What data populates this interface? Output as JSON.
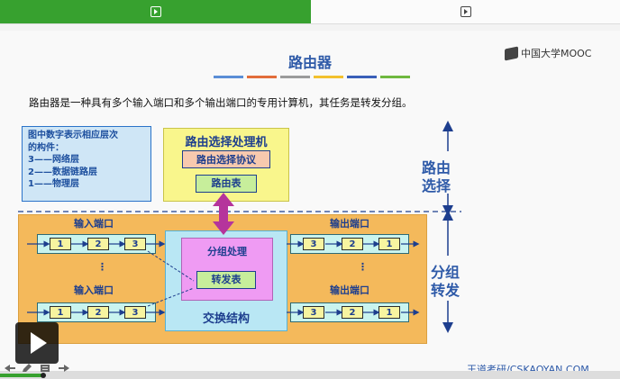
{
  "tabs": [
    {
      "icon": "play-icon",
      "active": true
    },
    {
      "icon": "play-icon",
      "active": false
    }
  ],
  "slide": {
    "title": "路由器",
    "title_bar_colors": [
      "#5b8ed6",
      "#e26d3b",
      "#9b9b9b",
      "#f2c12e",
      "#3a5fb8",
      "#6fb83f"
    ],
    "logo_text": "中国大学MOOC",
    "description": "路由器是一种具有多个输入端口和多个输出端口的专用计算机，其任务是转发分组。",
    "note": {
      "lines": [
        "图中数字表示相应层次",
        "的构件：",
        "3——网络层",
        "2——数据链路层",
        "1——物理层"
      ]
    },
    "routing_processor": {
      "title": "路由选择处理机",
      "protocol": "路由选择协议",
      "table": "路由表"
    },
    "input_port_label": "输入端口",
    "output_port_label": "输出端口",
    "dots": "⋮",
    "input_cells": [
      "1",
      "2",
      "3"
    ],
    "output_cells": [
      "3",
      "2",
      "1"
    ],
    "switch_fabric": {
      "processing": "分组处理",
      "forwarding_table": "转发表",
      "title": "交换结构"
    },
    "side_top": [
      "路由",
      "选择"
    ],
    "side_bottom": [
      "分组",
      "转发"
    ],
    "footer": "王道考研/CSKAOYAN.COM"
  },
  "player": {
    "progress": 0.07,
    "controls": [
      "back-arrow-icon",
      "pen-icon",
      "list-icon",
      "forward-arrow-icon"
    ]
  },
  "colors": {
    "accent_green": "#37a12f",
    "heading_blue": "#2e5aa8",
    "diagram_navy": "#1d3e8e"
  }
}
